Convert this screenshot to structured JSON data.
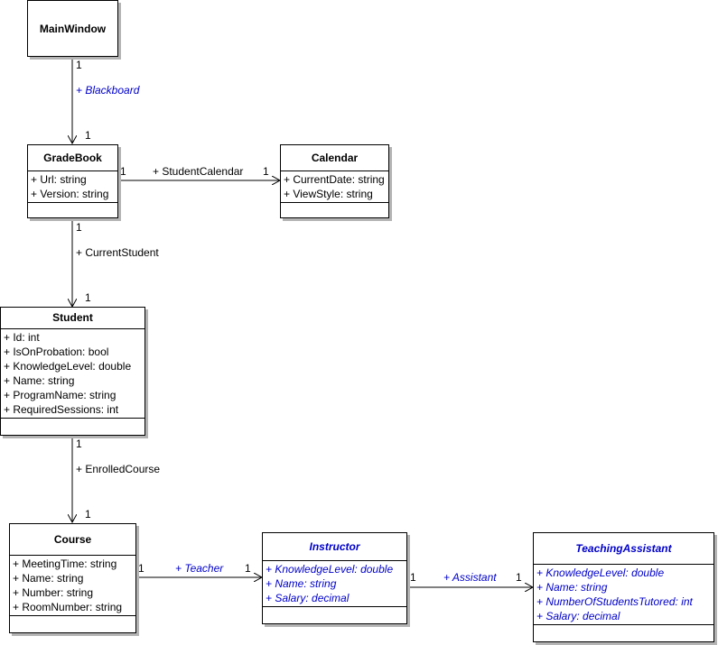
{
  "classes": {
    "main_window": {
      "name": "MainWindow"
    },
    "grade_book": {
      "name": "GradeBook",
      "attributes": [
        "+ Url: string",
        "+ Version: string"
      ]
    },
    "calendar": {
      "name": "Calendar",
      "attributes": [
        "+ CurrentDate: string",
        "+ ViewStyle: string"
      ]
    },
    "student": {
      "name": "Student",
      "attributes": [
        "+ Id: int",
        "+ IsOnProbation: bool",
        "+ KnowledgeLevel: double",
        "+ Name: string",
        "+ ProgramName: string",
        "+ RequiredSessions: int"
      ]
    },
    "course": {
      "name": "Course",
      "attributes": [
        "+ MeetingTime: string",
        "+ Name: string",
        "+ Number: string",
        "+ RoomNumber: string"
      ]
    },
    "instructor": {
      "name": "Instructor",
      "attributes": [
        "+ KnowledgeLevel: double",
        "+ Name: string",
        "+ Salary: decimal"
      ]
    },
    "teaching_assistant": {
      "name": "TeachingAssistant",
      "attributes": [
        "+ KnowledgeLevel: double",
        "+ Name: string",
        "+ NumberOfStudentsTutored: int",
        "+ Salary: decimal"
      ]
    }
  },
  "associations": {
    "blackboard": {
      "label": "+ Blackboard",
      "source_mult": "1",
      "target_mult": "1"
    },
    "student_calendar": {
      "label": "+ StudentCalendar",
      "source_mult": "1",
      "target_mult": "1"
    },
    "current_student": {
      "label": "+ CurrentStudent",
      "source_mult": "1",
      "target_mult": "1"
    },
    "enrolled_course": {
      "label": "+ EnrolledCourse",
      "source_mult": "1",
      "target_mult": "1"
    },
    "teacher": {
      "label": "+ Teacher",
      "source_mult": "1",
      "target_mult": "1"
    },
    "assistant": {
      "label": "+ Assistant",
      "source_mult": "1",
      "target_mult": "1"
    }
  },
  "colors": {
    "line": "#000000",
    "abstract_text": "#0000c8",
    "shadow": "#b4b4b4"
  }
}
